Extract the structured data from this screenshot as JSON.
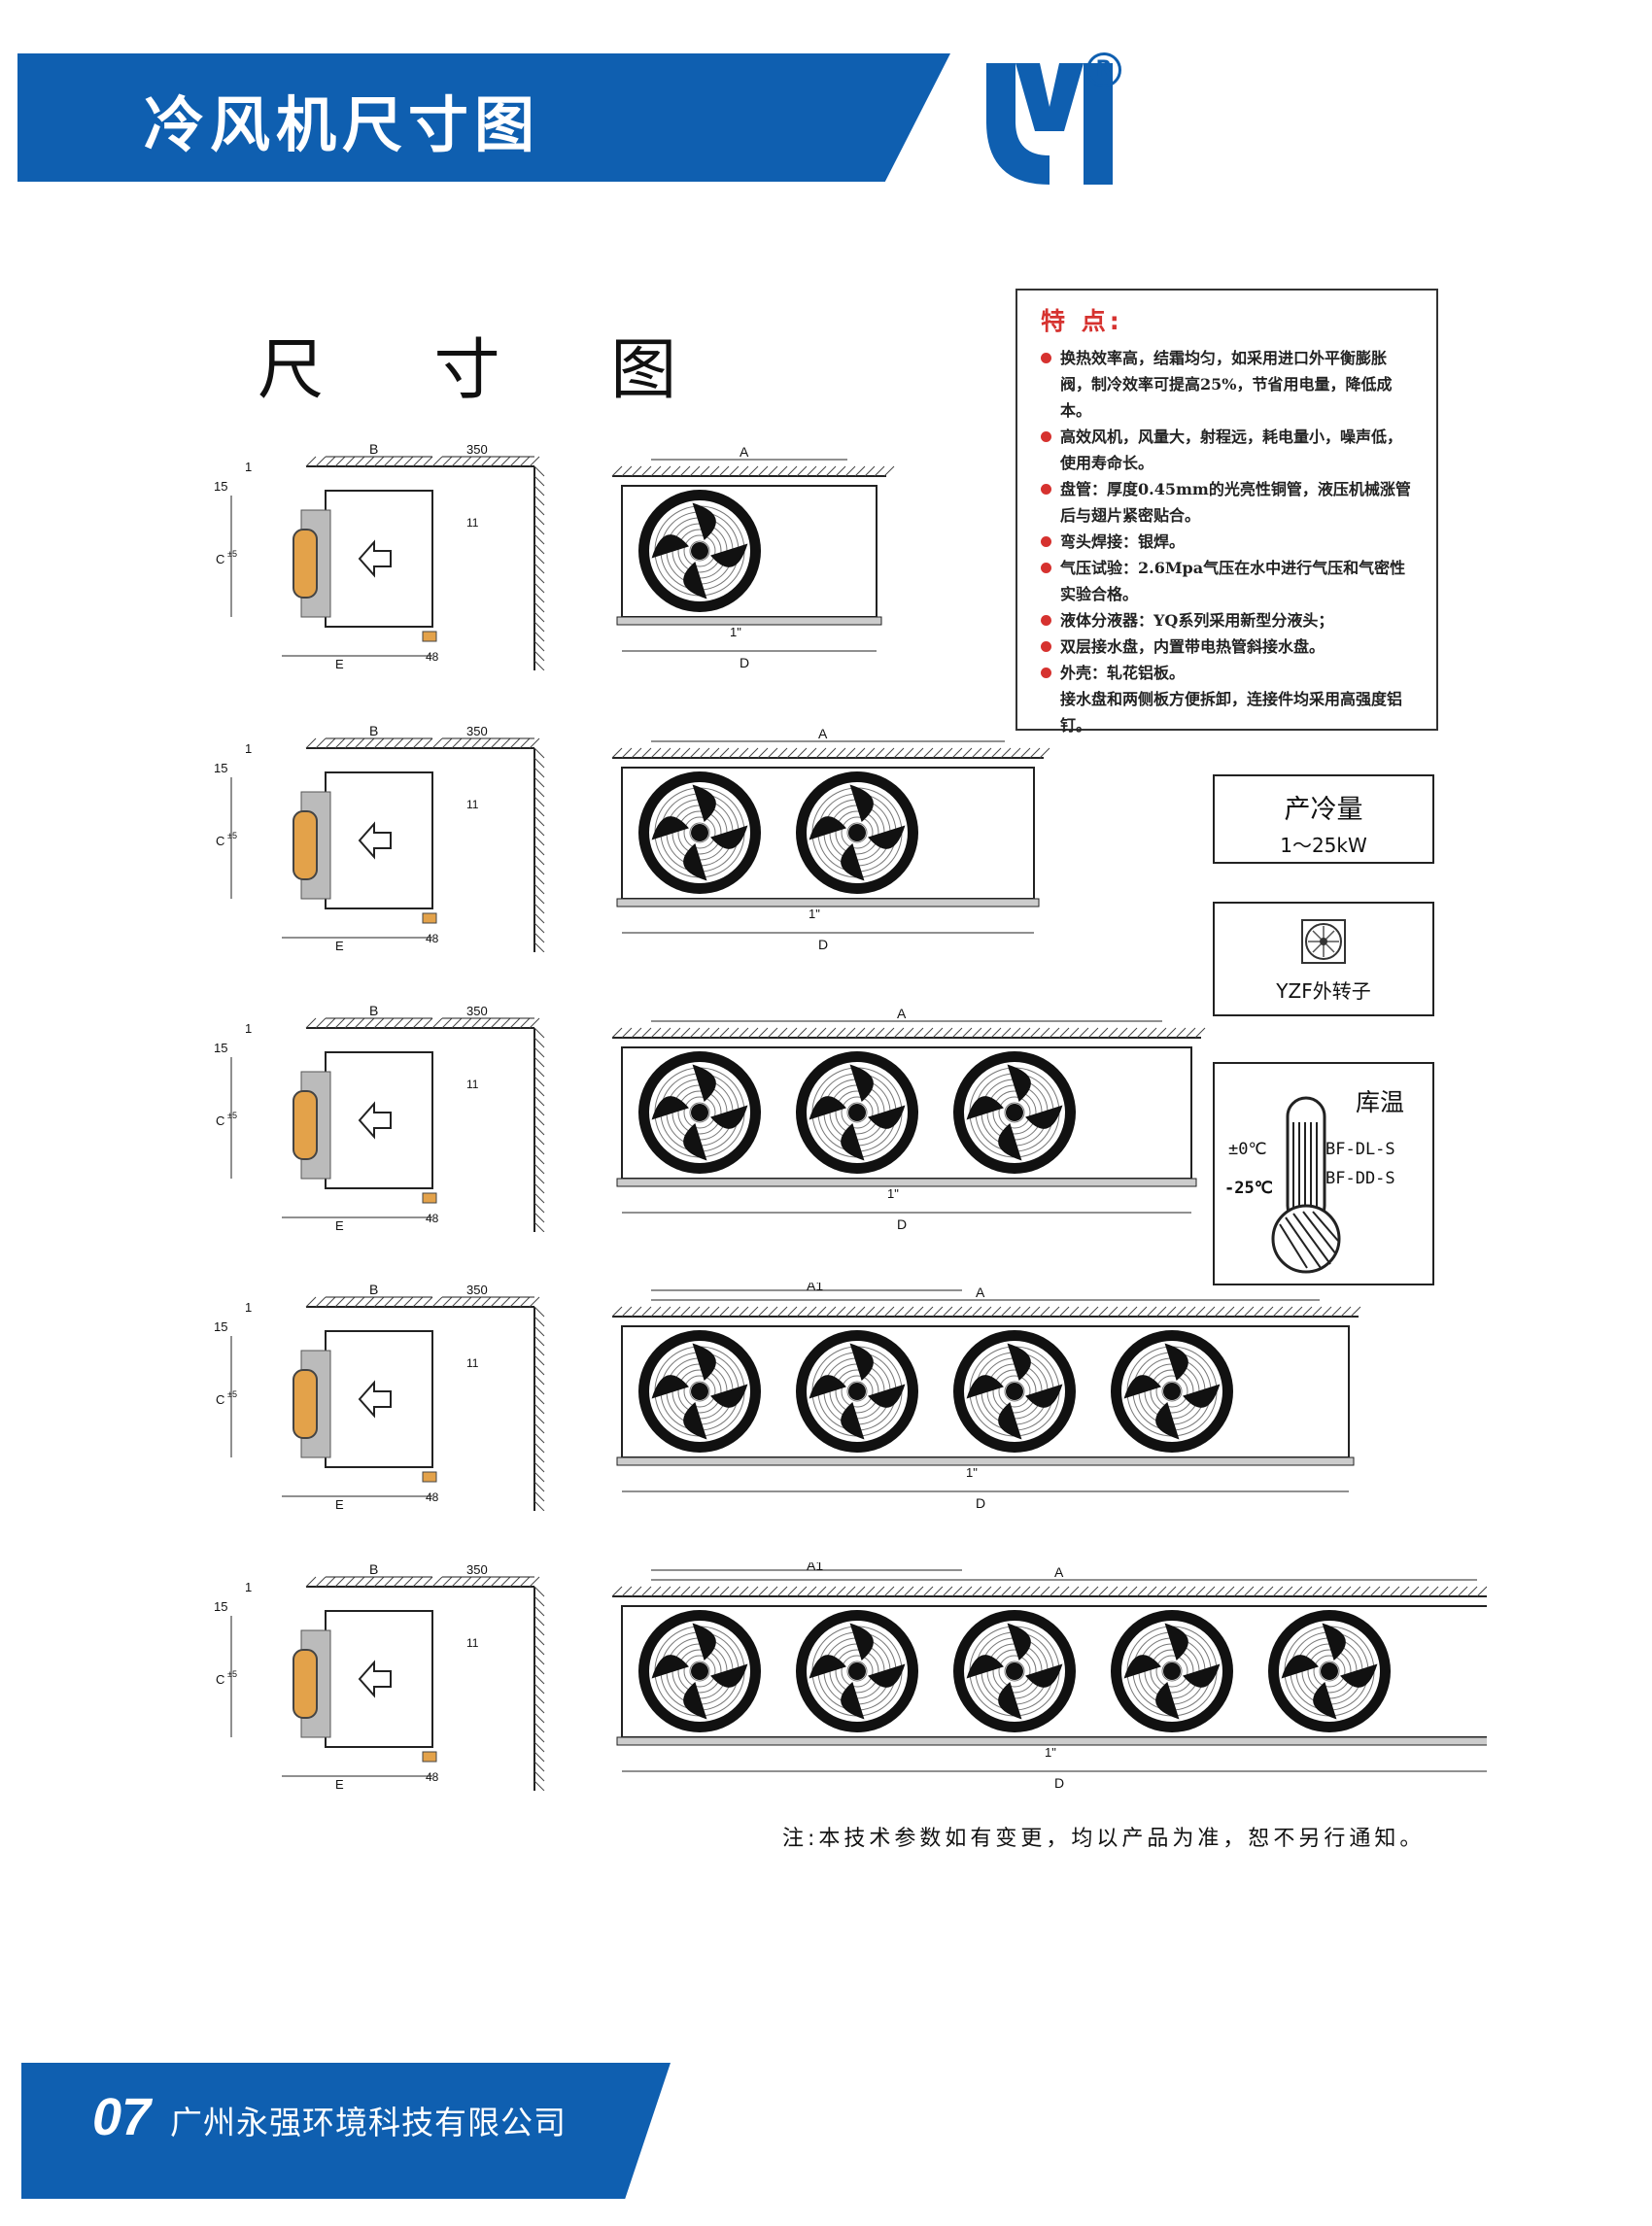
{
  "header": {
    "title": "冷风机尺寸图"
  },
  "section": {
    "title": "尺 寸 图"
  },
  "features": {
    "title": "特 点:",
    "items": [
      "换热效率高，结霜均匀，如采用进口外平衡膨胀阀，制冷效率可提高25%，节省用电量，降低成本。",
      "高效风机，风量大，射程远，耗电量小，噪声低，使用寿命长。",
      "盘管：厚度0.45mm的光亮性铜管，液压机械涨管后与翅片紧密贴合。",
      "弯头焊接：银焊。",
      "气压试验：2.6Mpa气压在水中进行气压和气密性实验合格。",
      "液体分液器：YQ系列采用新型分液头；",
      "双层接水盘，内置带电热管斜接水盘。",
      "外壳：轧花铝板。"
    ],
    "extra": "接水盘和两侧板方便拆卸，连接件均采用高强度铝钉。"
  },
  "capacity": {
    "label": "产冷量",
    "value": "1～25kW"
  },
  "motor": {
    "label": "YZF外转子"
  },
  "storage_temp": {
    "label": "库温",
    "temp_high": "±0℃",
    "temp_low": "-25℃",
    "model_high": "BF-DL-S",
    "model_low": "BF-DD-S"
  },
  "dimensions": {
    "b": "B",
    "d350": "350",
    "d15": "15",
    "d1": "1",
    "c": "C",
    "c_tol": "±5",
    "d11": "11",
    "d48": "48",
    "e": "E",
    "a": "A",
    "a1": "A1",
    "d": "D",
    "pipe": "1\""
  },
  "diagrams": [
    {
      "fans": 1,
      "has_a1": false
    },
    {
      "fans": 2,
      "has_a1": false
    },
    {
      "fans": 3,
      "has_a1": false
    },
    {
      "fans": 4,
      "has_a1": true
    },
    {
      "fans": 5,
      "has_a1": true
    }
  ],
  "note": "注:本技术参数如有变更，均以产品为准，恕不另行通知。",
  "footer": {
    "page": "07",
    "company": "广州永强环境科技有限公司"
  },
  "colors": {
    "brand": "#0f5fb0",
    "accent": "#d6322f"
  }
}
